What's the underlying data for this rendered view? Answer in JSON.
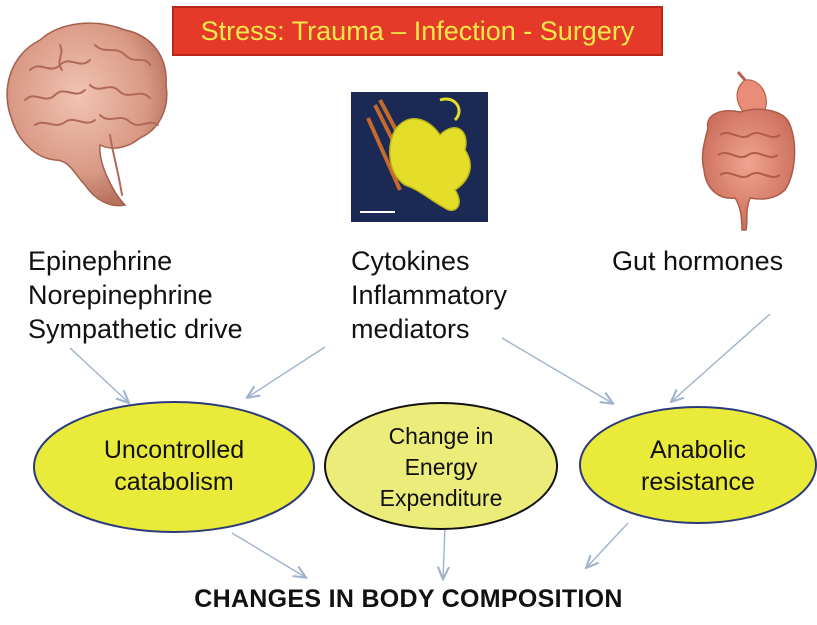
{
  "header": {
    "title": "Stress: Trauma – Infection - Surgery"
  },
  "sources": {
    "brain": [
      "Epinephrine",
      "Norepinephrine",
      "Sympathetic drive"
    ],
    "cell": [
      "Cytokines",
      "Inflammatory",
      "mediators"
    ],
    "gut": [
      "Gut hormones"
    ]
  },
  "effects": {
    "left": [
      "Uncontrolled",
      "catabolism"
    ],
    "middle": [
      "Change in",
      "Energy",
      "Expenditure"
    ],
    "right": [
      "Anabolic",
      "resistance"
    ]
  },
  "outcome": "CHANGES IN BODY COMPOSITION",
  "colors": {
    "title_bg": "#e53a2a",
    "title_text": "#f5e94a",
    "oval_fill": "#eaea3a",
    "oval_fill_mid": "#ecec7a",
    "arrow": "#9fb3cc"
  },
  "icons": [
    "brain-icon",
    "cell-micrograph-icon",
    "gut-icon"
  ]
}
